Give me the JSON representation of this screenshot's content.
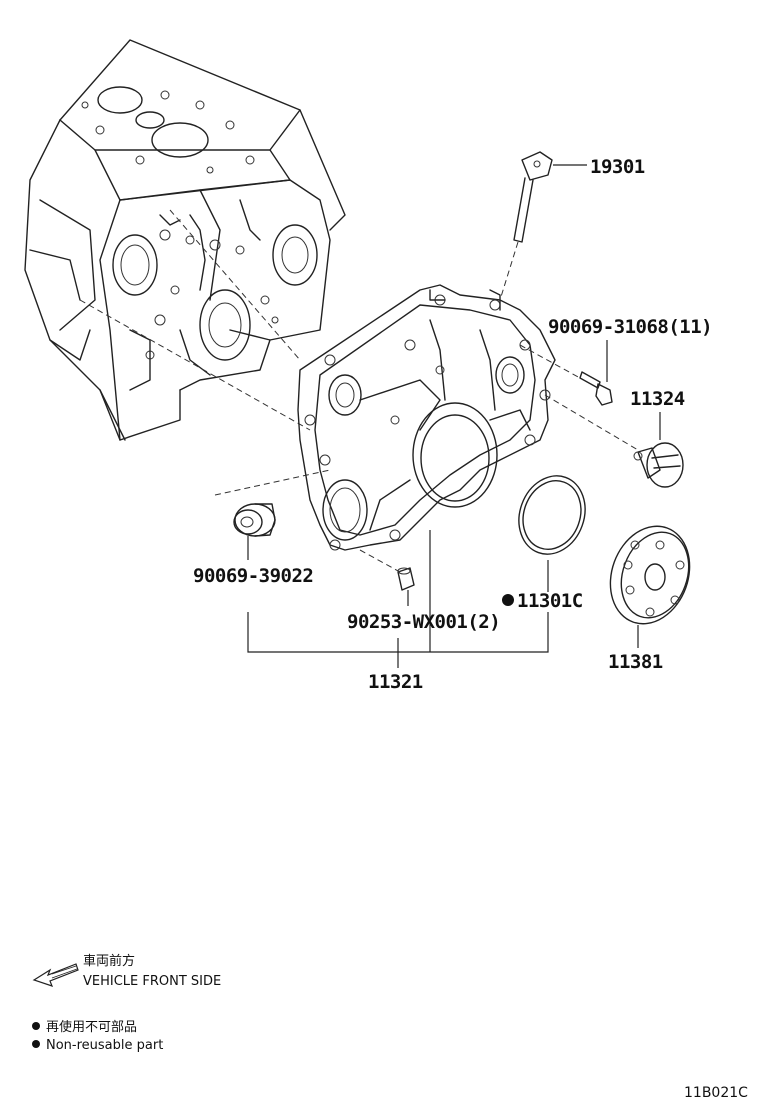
{
  "diagram": {
    "parts": [
      {
        "id": "p19301",
        "number": "19301"
      },
      {
        "id": "p90069_31068",
        "number": "90069-31068(11)"
      },
      {
        "id": "p11324",
        "number": "11324"
      },
      {
        "id": "p90069_39022",
        "number": "90069-39022"
      },
      {
        "id": "p11301C",
        "number": "11301C",
        "non_reusable": true
      },
      {
        "id": "p90253",
        "number": "90253-WX001(2)"
      },
      {
        "id": "p11381",
        "number": "11381"
      },
      {
        "id": "p11321",
        "number": "11321"
      }
    ],
    "legend": {
      "front_jp": "車両前方",
      "front_en": "VEHICLE FRONT SIDE",
      "nonreuse_jp": "再使用不可部品",
      "nonreuse_en": "Non-reusable part"
    },
    "ref_code": "11B021C"
  }
}
